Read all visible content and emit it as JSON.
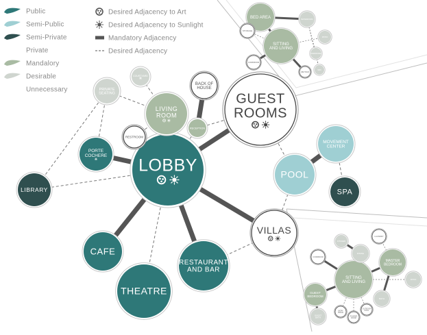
{
  "legend_zones": [
    {
      "label": "Public",
      "color": "#2e7878"
    },
    {
      "label": "Semi-Public",
      "color": "#9fcfd3"
    },
    {
      "label": "Semi-Private",
      "color": "#2f4f4f"
    },
    {
      "label": "Private",
      "color": "#ffffff"
    },
    {
      "label": "Mandalory",
      "color": "#a9bba3"
    },
    {
      "label": "Desirable",
      "color": "#cfd5cf"
    },
    {
      "label": "Unnecessary",
      "color": "#ffffff"
    }
  ],
  "legend_keys": [
    {
      "label": "Desired Adjacency to Art",
      "symbol": "art-icon"
    },
    {
      "label": "Desired Adjacency to Sunlight",
      "symbol": "sun-icon"
    },
    {
      "label": "Mandatory Adjacency",
      "symbol": "thick-line"
    },
    {
      "label": "Desired Adjacency",
      "symbol": "dashed-line"
    }
  ],
  "nodes": [
    {
      "id": "lobby",
      "lines": [
        "LOBBY"
      ],
      "fill": "#2e7878",
      "text": "#ffffff",
      "icons": [
        "art",
        "sun"
      ]
    },
    {
      "id": "guest-rooms",
      "lines": [
        "GUEST",
        "ROOMS"
      ],
      "fill": "#ffffff",
      "text": "#444444",
      "icons": [
        "art",
        "sun"
      ]
    },
    {
      "id": "villas",
      "lines": [
        "VILLAS"
      ],
      "fill": "#ffffff",
      "text": "#444444",
      "icons": [
        "art",
        "sun"
      ]
    },
    {
      "id": "pool",
      "lines": [
        "POOL"
      ],
      "fill": "#9fcfd3",
      "text": "#ffffff",
      "icons": []
    },
    {
      "id": "movement-center",
      "lines": [
        "MOVEMENT",
        "CENTER"
      ],
      "fill": "#9fcfd3",
      "text": "#ffffff",
      "icons": []
    },
    {
      "id": "spa",
      "lines": [
        "SPA"
      ],
      "fill": "#2f4f4f",
      "text": "#ffffff",
      "icons": []
    },
    {
      "id": "cafe",
      "lines": [
        "CAFE"
      ],
      "fill": "#2e7878",
      "text": "#ffffff",
      "icons": []
    },
    {
      "id": "theatre",
      "lines": [
        "THEATRE"
      ],
      "fill": "#2e7878",
      "text": "#ffffff",
      "icons": []
    },
    {
      "id": "restaurant-and-bar",
      "lines": [
        "RESTAURANT",
        "AND BAR"
      ],
      "fill": "#2e7878",
      "text": "#ffffff",
      "icons": []
    },
    {
      "id": "library",
      "lines": [
        "LIBRARY"
      ],
      "fill": "#2f4f4f",
      "text": "#ffffff",
      "icons": []
    },
    {
      "id": "porte-cochere",
      "lines": [
        "PORTE",
        "COCHERE"
      ],
      "fill": "#2e7878",
      "text": "#ffffff",
      "icons": [
        "sun"
      ]
    },
    {
      "id": "living-room",
      "lines": [
        "LIVING",
        "ROOM"
      ],
      "fill": "#a9bba3",
      "text": "#ffffff",
      "icons": [
        "art",
        "sun"
      ]
    },
    {
      "id": "private-seating",
      "lines": [
        "PRIVATE",
        "SEATING"
      ],
      "fill": "#cfd5cf",
      "text": "#ffffff",
      "icons": []
    },
    {
      "id": "courtyard",
      "lines": [
        "COURTYARD"
      ],
      "fill": "#cfd5cf",
      "text": "#ffffff",
      "icons": [
        "sun"
      ]
    },
    {
      "id": "restroom",
      "lines": [
        "RESTROOM"
      ],
      "fill": "#ffffff",
      "text": "#555555",
      "icons": []
    },
    {
      "id": "back-of-house",
      "lines": [
        "BACK OF",
        "HOUSE"
      ],
      "fill": "#ffffff",
      "text": "#555555",
      "icons": []
    },
    {
      "id": "reception",
      "lines": [
        "RECEPTION"
      ],
      "fill": "#a9bba3",
      "text": "#ffffff",
      "icons": []
    },
    {
      "id": "gr-bed-area",
      "lines": [
        "BED AREA"
      ],
      "fill": "#a9bba3",
      "text": "#ffffff",
      "icons": []
    },
    {
      "id": "gr-sitting-living",
      "lines": [
        "SITTING",
        "AND LIVING"
      ],
      "fill": "#a9bba3",
      "text": "#ffffff",
      "icons": []
    },
    {
      "id": "gr-storage",
      "lines": [
        "STORAGE"
      ],
      "fill": "#ffffff",
      "text": "#666666",
      "icons": []
    },
    {
      "id": "gr-corridor",
      "lines": [
        "CORRIDOR"
      ],
      "fill": "#ffffff",
      "text": "#666666",
      "icons": []
    },
    {
      "id": "gr-bath",
      "lines": [
        "BATHROOM"
      ],
      "fill": "#cfd5cf",
      "text": "#ffffff",
      "icons": []
    },
    {
      "id": "gr-patio",
      "lines": [
        "PATIO"
      ],
      "fill": "#cfd5cf",
      "text": "#ffffff",
      "icons": []
    },
    {
      "id": "gr-wardrobe",
      "lines": [
        "WARDROBE"
      ],
      "fill": "#cfd5cf",
      "text": "#ffffff",
      "icons": []
    },
    {
      "id": "gr-sink",
      "lines": [
        "SINK"
      ],
      "fill": "#cfd5cf",
      "text": "#ffffff",
      "icons": []
    },
    {
      "id": "gr-powder",
      "lines": [
        "WET BAR"
      ],
      "fill": "#ffffff",
      "text": "#666666",
      "icons": []
    },
    {
      "id": "v-sitting-living",
      "lines": [
        "SITTING",
        "AND LIVING"
      ],
      "fill": "#a9bba3",
      "text": "#ffffff",
      "icons": []
    },
    {
      "id": "v-master-bedroom",
      "lines": [
        "MASTER",
        "BEDROOM"
      ],
      "fill": "#a9bba3",
      "text": "#ffffff",
      "icons": []
    },
    {
      "id": "v-guest-bedroom",
      "lines": [
        "GUEST",
        "BEDROOM"
      ],
      "fill": "#a9bba3",
      "text": "#ffffff",
      "icons": []
    },
    {
      "id": "v-dining",
      "lines": [
        "DINING"
      ],
      "fill": "#cfd5cf",
      "text": "#ffffff",
      "icons": []
    },
    {
      "id": "v-kitchen",
      "lines": [
        "KITCHEN"
      ],
      "fill": "#cfd5cf",
      "text": "#ffffff",
      "icons": []
    },
    {
      "id": "v-laundry",
      "lines": [
        "LAUNDRY"
      ],
      "fill": "#ffffff",
      "text": "#666666",
      "icons": []
    },
    {
      "id": "v-corridor",
      "lines": [
        "CORRIDOR"
      ],
      "fill": "#ffffff",
      "text": "#666666",
      "icons": []
    },
    {
      "id": "v-patio",
      "lines": [
        "PATIO"
      ],
      "fill": "#cfd5cf",
      "text": "#ffffff",
      "icons": []
    },
    {
      "id": "v-bath",
      "lines": [
        "BATH"
      ],
      "fill": "#cfd5cf",
      "text": "#ffffff",
      "icons": []
    },
    {
      "id": "v-guest-bath",
      "lines": [
        "GUEST",
        "BATH"
      ],
      "fill": "#cfd5cf",
      "text": "#ffffff",
      "icons": []
    },
    {
      "id": "v-work",
      "lines": [
        "WORK",
        "SPACE"
      ],
      "fill": "#ffffff",
      "text": "#666666",
      "icons": []
    },
    {
      "id": "v-powder",
      "lines": [
        "POWDER",
        "ROOM"
      ],
      "fill": "#ffffff",
      "text": "#666666",
      "icons": []
    },
    {
      "id": "v-outdoor",
      "lines": [
        "OUTDOOR",
        "POOL"
      ],
      "fill": "#ffffff",
      "text": "#666666",
      "icons": []
    }
  ],
  "links": [
    {
      "from": "lobby",
      "to": "guest-rooms",
      "type": "mandatory"
    },
    {
      "from": "lobby",
      "to": "villas",
      "type": "mandatory"
    },
    {
      "from": "lobby",
      "to": "cafe",
      "type": "mandatory"
    },
    {
      "from": "lobby",
      "to": "restaurant-and-bar",
      "type": "mandatory"
    },
    {
      "from": "lobby",
      "to": "porte-cochere",
      "type": "mandatory"
    },
    {
      "from": "lobby",
      "to": "library",
      "type": "desired"
    },
    {
      "from": "lobby",
      "to": "theatre",
      "type": "desired"
    },
    {
      "from": "lobby",
      "to": "restroom",
      "type": "desired"
    },
    {
      "from": "lobby",
      "to": "living-room",
      "type": "desired"
    },
    {
      "from": "lobby",
      "to": "reception",
      "type": "desired"
    },
    {
      "from": "guest-rooms",
      "to": "pool",
      "type": "desired"
    },
    {
      "from": "guest-rooms",
      "to": "reception",
      "type": "desired"
    },
    {
      "from": "villas",
      "to": "pool",
      "type": "desired"
    },
    {
      "from": "pool",
      "to": "movement-center",
      "type": "mandatory"
    },
    {
      "from": "movement-center",
      "to": "spa",
      "type": "desired"
    },
    {
      "from": "reception",
      "to": "back-of-house",
      "type": "mandatory"
    },
    {
      "from": "living-room",
      "to": "courtyard",
      "type": "desired"
    },
    {
      "from": "living-room",
      "to": "private-seating",
      "type": "desired"
    },
    {
      "from": "living-room",
      "to": "restroom",
      "type": "desired"
    },
    {
      "from": "private-seating",
      "to": "porte-cochere",
      "type": "desired"
    },
    {
      "from": "private-seating",
      "to": "library",
      "type": "desired"
    },
    {
      "from": "restaurant-and-bar",
      "to": "villas",
      "type": "desired"
    },
    {
      "from": "gr-bed-area",
      "to": "gr-sitting-living",
      "type": "mandatory"
    },
    {
      "from": "gr-bed-area",
      "to": "gr-bath",
      "type": "mandatory"
    },
    {
      "from": "gr-sitting-living",
      "to": "gr-corridor",
      "type": "mandatory"
    },
    {
      "from": "gr-sitting-living",
      "to": "gr-powder",
      "type": "mandatory"
    },
    {
      "from": "gr-sitting-living",
      "to": "gr-patio",
      "type": "desired"
    },
    {
      "from": "gr-sitting-living",
      "to": "gr-storage",
      "type": "desired"
    },
    {
      "from": "gr-bath",
      "to": "gr-wardrobe",
      "type": "desired"
    },
    {
      "from": "gr-bath",
      "to": "gr-sink",
      "type": "desired"
    },
    {
      "from": "gr-wardrobe",
      "to": "gr-sink",
      "type": "desired"
    },
    {
      "from": "gr-bed-area",
      "to": "gr-storage",
      "type": "desired"
    },
    {
      "from": "v-sitting-living",
      "to": "v-master-bedroom",
      "type": "mandatory"
    },
    {
      "from": "v-sitting-living",
      "to": "v-guest-bedroom",
      "type": "mandatory"
    },
    {
      "from": "v-sitting-living",
      "to": "v-dining",
      "type": "mandatory"
    },
    {
      "from": "v-sitting-living",
      "to": "v-corridor",
      "type": "mandatory"
    },
    {
      "from": "v-sitting-living",
      "to": "v-patio",
      "type": "desired"
    },
    {
      "from": "v-master-bedroom",
      "to": "v-bath",
      "type": "mandatory"
    },
    {
      "from": "v-master-bedroom",
      "to": "v-laundry",
      "type": "desired"
    },
    {
      "from": "v-dining",
      "to": "v-kitchen",
      "type": "mandatory"
    },
    {
      "from": "v-guest-bedroom",
      "to": "v-guest-bath",
      "type": "mandatory"
    },
    {
      "from": "v-sitting-living",
      "to": "v-work",
      "type": "desired"
    },
    {
      "from": "v-sitting-living",
      "to": "v-powder",
      "type": "desired"
    },
    {
      "from": "v-sitting-living",
      "to": "v-outdoor",
      "type": "desired"
    }
  ]
}
